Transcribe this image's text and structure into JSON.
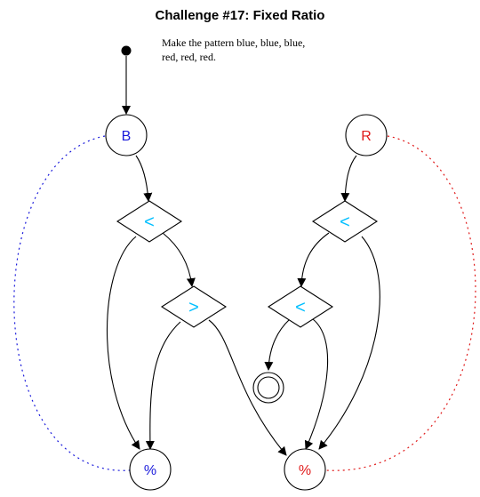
{
  "title": "Challenge #17: Fixed Ratio",
  "note": {
    "line1": "Make the pattern blue, blue, blue,",
    "line2": "red, red, red."
  },
  "nodes": {
    "source_b": {
      "label": "B",
      "color": "#1a1adb"
    },
    "source_r": {
      "label": "R",
      "color": "#e01b1b"
    },
    "cmp_left_top": {
      "label": "<",
      "color": "#00bfff"
    },
    "cmp_left_mid": {
      "label": ">",
      "color": "#00bfff"
    },
    "cmp_right_top": {
      "label": "<",
      "color": "#00bfff"
    },
    "cmp_right_mid": {
      "label": "<",
      "color": "#00bfff"
    },
    "sink_blue": {
      "label": "%",
      "color": "#1a1adb"
    },
    "sink_red": {
      "label": "%",
      "color": "#e01b1b"
    }
  },
  "colors": {
    "blue_link": "#1a1adb",
    "red_link": "#e01b1b",
    "edge": "#000000"
  }
}
